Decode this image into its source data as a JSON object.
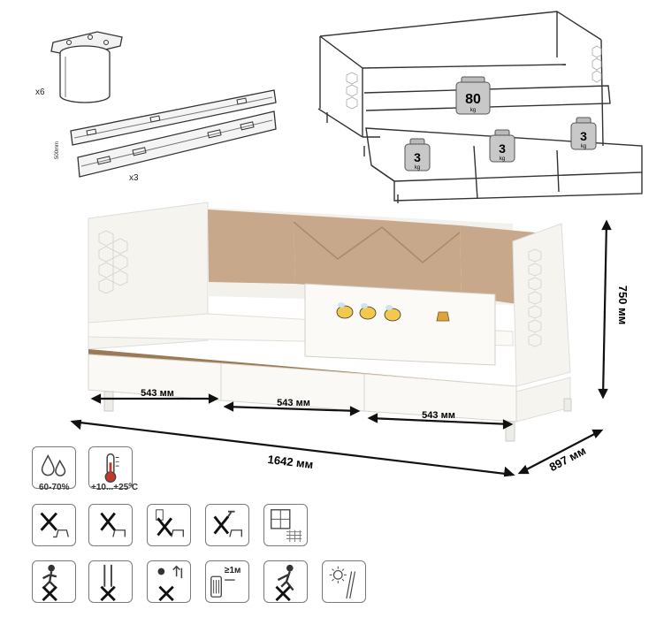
{
  "hardware": {
    "leg_qty": "x6",
    "rail_qty": "x3",
    "rail_length": "500mm"
  },
  "loads": {
    "main": "80",
    "main_unit": "kg",
    "drawer_1": "3",
    "drawer_2": "3",
    "drawer_3": "3",
    "drawer_unit": "kg"
  },
  "dimensions": {
    "drawer_1": "543 мм",
    "drawer_2": "543 мм",
    "drawer_3": "543 мм",
    "length": "1642 мм",
    "depth": "897 мм",
    "height": "750 мм"
  },
  "care": {
    "humidity": "60-70%",
    "temperature": "+10...+25ºC",
    "distance": "≥1м"
  },
  "colors": {
    "body": "#f4f2ec",
    "pillow": "#c7a88a",
    "wood_strip": "#9c7a56",
    "outline": "#333333"
  }
}
